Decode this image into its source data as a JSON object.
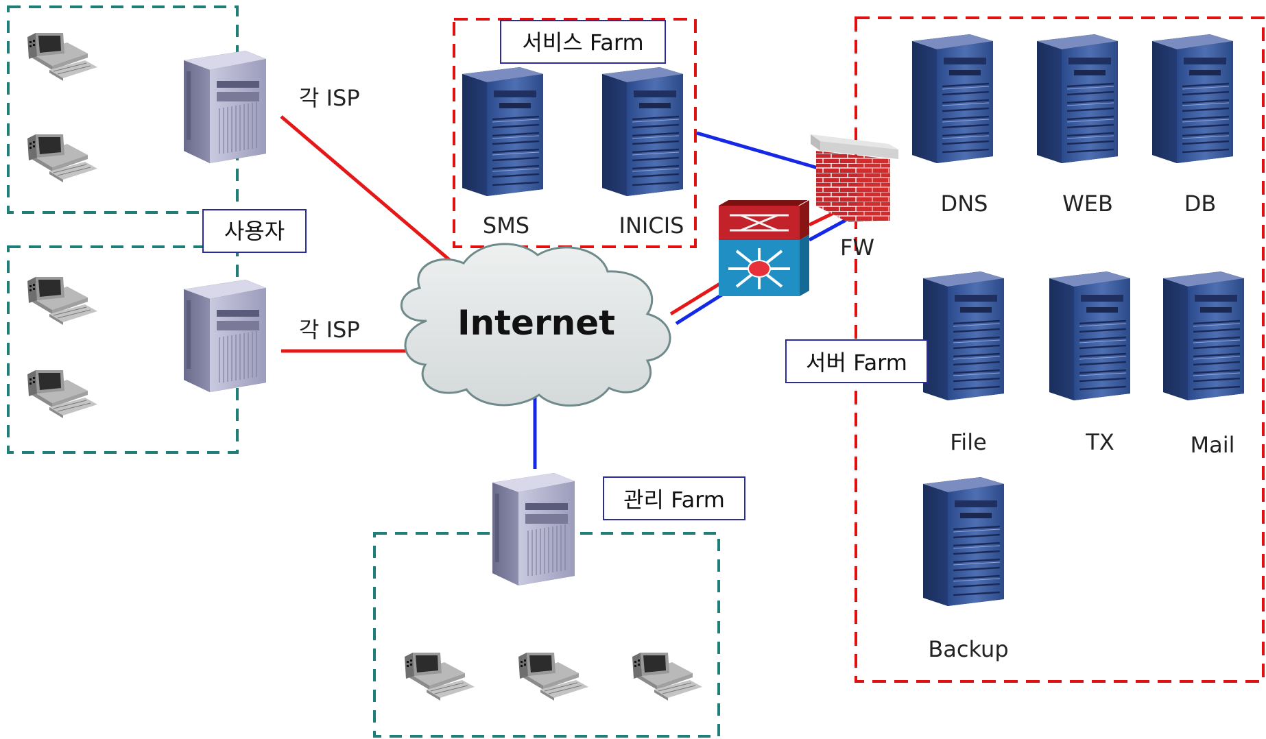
{
  "labels": {
    "isp_top": "각 ISP",
    "isp_bottom": "각 ISP",
    "users": "사용자",
    "service_farm": "서비스 Farm",
    "server_farm": "서버 Farm",
    "mgmt_farm": "관리 Farm",
    "internet": "Internet",
    "fw": "FW"
  },
  "service_servers": [
    "SMS",
    "INICIS"
  ],
  "farm_servers": [
    "DNS",
    "WEB",
    "DB",
    "File",
    "TX",
    "Mail",
    "Backup"
  ],
  "colors": {
    "teal_dash": "#1f7f78",
    "red_dash": "#e01010",
    "link_red": "#e41818",
    "link_blue": "#1428e6",
    "label_border": "#2a2a9a"
  },
  "icons": {
    "pc": "desktop-pc-icon",
    "gateway": "gateway-server-icon",
    "tower": "tower-server-icon",
    "cloud": "internet-cloud-icon",
    "switch": "layer3-switch-icon",
    "firewall": "firewall-brick-icon"
  }
}
